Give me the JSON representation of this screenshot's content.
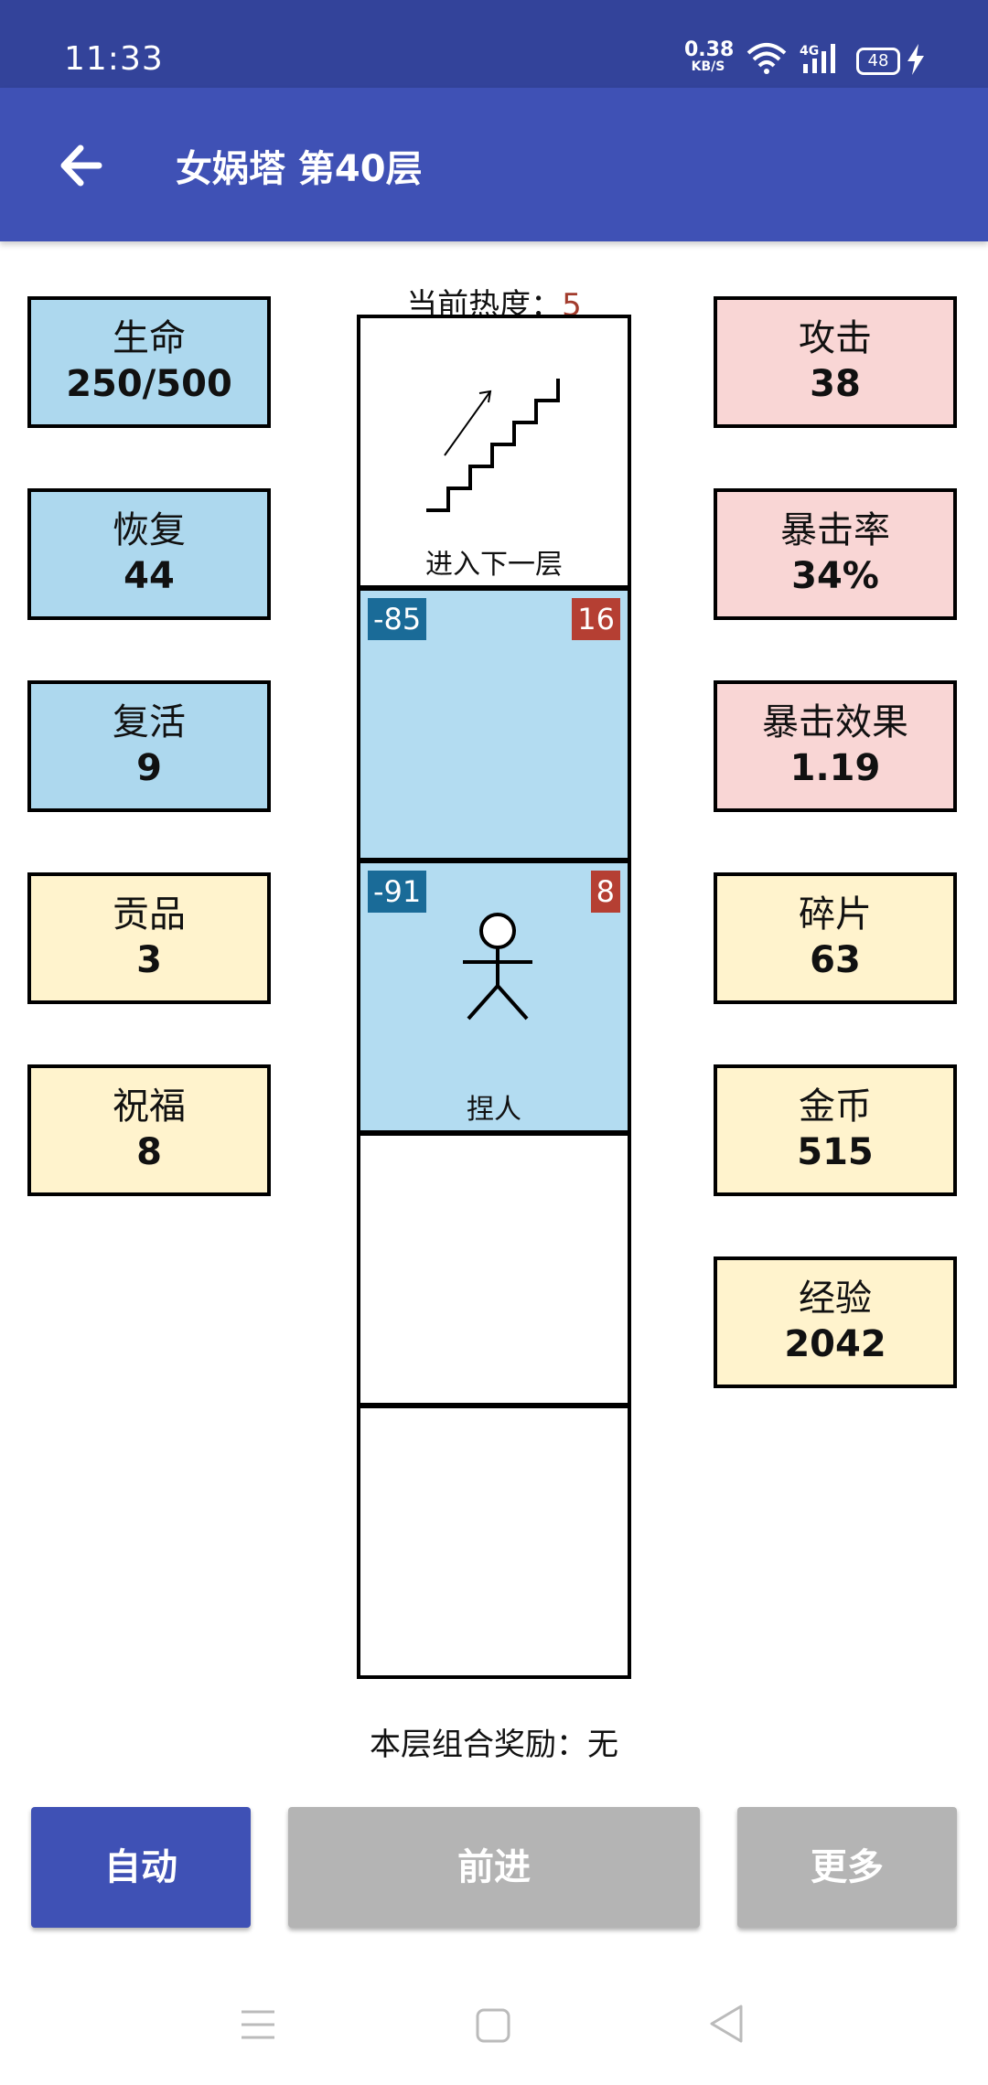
{
  "status_bar": {
    "time": "11:33",
    "speed_value": "0.38",
    "speed_unit": "KB/S",
    "network": "4G",
    "battery": "48"
  },
  "app_bar": {
    "title": "女娲塔 第40层"
  },
  "left_stats": [
    {
      "label": "生命",
      "value": "250/500"
    },
    {
      "label": "恢复",
      "value": "44"
    },
    {
      "label": "复活",
      "value": "9"
    },
    {
      "label": "贡品",
      "value": "3"
    },
    {
      "label": "祝福",
      "value": "8"
    }
  ],
  "right_stats": [
    {
      "label": "攻击",
      "value": "38"
    },
    {
      "label": "暴击率",
      "value": "34%"
    },
    {
      "label": "暴击效果",
      "value": "1.19"
    },
    {
      "label": "碎片",
      "value": "63"
    },
    {
      "label": "金币",
      "value": "515"
    },
    {
      "label": "经验",
      "value": "2042"
    }
  ],
  "heat": {
    "label": "当前热度：",
    "value": "5"
  },
  "tower": {
    "stairs_label": "进入下一层",
    "rooms": [
      {
        "left_badge": "-85",
        "right_badge": "16"
      },
      {
        "left_badge": "-91",
        "right_badge": "8",
        "name": "捏人"
      }
    ]
  },
  "combo_reward": "本层组合奖励：无",
  "buttons": {
    "auto": "自动",
    "advance": "前进",
    "more": "更多"
  },
  "colors": {
    "status_bar": "#33439a",
    "app_bar": "#3f51b5",
    "stat_blue": "#add8ee",
    "stat_red": "#f9d6d5",
    "stat_yellow": "#fff3cd",
    "badge_blue": "#1a6b98",
    "badge_red": "#b53f33",
    "disabled_button": "#b4b4b4"
  },
  "icons": {
    "back": "arrow-left-icon",
    "stairs": "stairs-icon",
    "monster": "stick-figure-icon"
  }
}
